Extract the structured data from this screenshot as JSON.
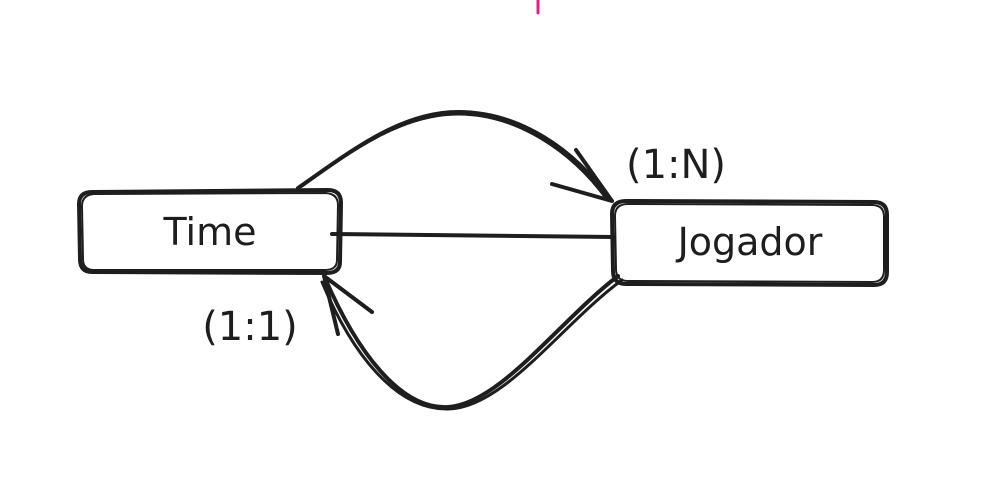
{
  "diagram": {
    "nodes": [
      {
        "id": "time",
        "label": "Time"
      },
      {
        "id": "jogador",
        "label": "Jogador"
      }
    ],
    "edges": [
      {
        "from": "time",
        "to": "jogador",
        "cardinality": "(1:N)"
      },
      {
        "from": "jogador",
        "to": "time",
        "cardinality": "(1:1)"
      },
      {
        "from": "time",
        "to": "jogador",
        "cardinality": ""
      }
    ]
  },
  "colors": {
    "stroke": "#1e1e1e",
    "background": "#ffffff",
    "cursor": "#e0218a"
  }
}
